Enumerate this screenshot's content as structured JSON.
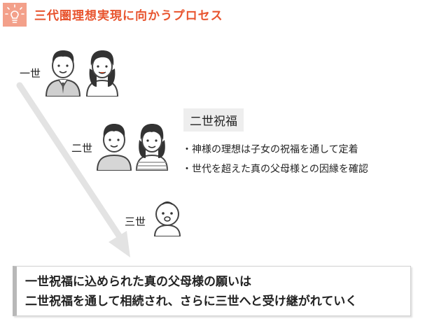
{
  "header": {
    "title": "三代圏理想実現に向かうプロセス",
    "accent_color": "#e8542e",
    "icon": "lightbulb-icon"
  },
  "generations": {
    "first": "一世",
    "second": "二世",
    "third": "三世"
  },
  "blessing_tag": "二世祝福",
  "bullets": [
    "・神様の理想は子女の祝福を通して定着",
    "・世代を超えた真の父母様との因縁を確認"
  ],
  "summary": {
    "line1": "一世祝福に込められた真の父母様の願いは",
    "line2": "二世祝福を通して相続され、さらに三世へと受け継がれていく"
  }
}
